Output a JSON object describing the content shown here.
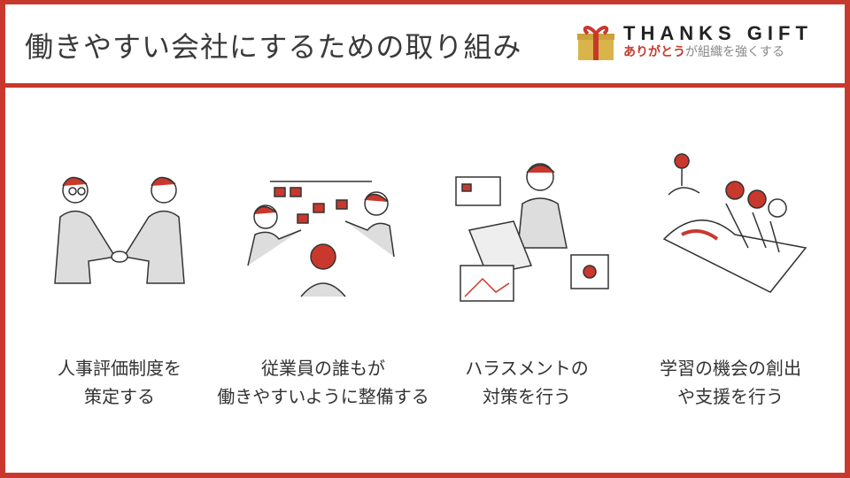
{
  "header": {
    "title": "働きやすい会社にするための取り組み"
  },
  "logo": {
    "name": "THANKS GIFT",
    "tagline_highlight": "ありがとう",
    "tagline_rest": "が組織を強くする"
  },
  "colors": {
    "accent": "#c9382c",
    "gift": "#d9b44a"
  },
  "items": [
    {
      "icon": "handshake-illustration",
      "line1": "人事評価制度を",
      "line2": "策定する"
    },
    {
      "icon": "team-board-illustration",
      "line1": "従業員の誰もが",
      "line2": "働きやすいように整備する"
    },
    {
      "icon": "laptop-communication-illustration",
      "line1": "ハラスメントの",
      "line2": "対策を行う"
    },
    {
      "icon": "launch-support-illustration",
      "line1": "学習の機会の創出",
      "line2": "や支援を行う"
    }
  ]
}
